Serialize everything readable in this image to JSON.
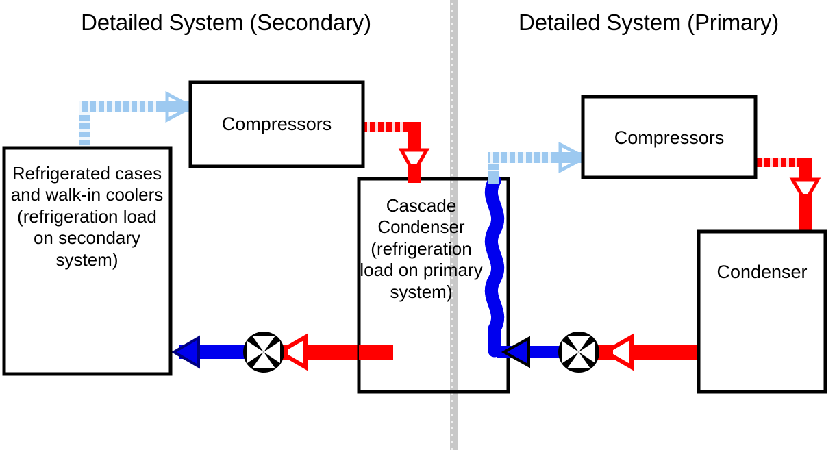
{
  "diagram": {
    "titles": {
      "secondary": "Detailed System (Secondary)",
      "primary": "Detailed System (Primary)"
    },
    "divider": {
      "name": "system-divider",
      "color": "#c8c8c8"
    },
    "boxes": [
      {
        "id": "refrigerated-cases",
        "label": "Refrigerated cases and walk-in coolers (refrigeration load on secondary system)",
        "lines": [
          "Refrigerated",
          "cases and",
          "walk-in",
          "coolers",
          "(refrigeration",
          "load on",
          "secondary",
          "system)"
        ],
        "side": "secondary"
      },
      {
        "id": "compressors-secondary",
        "label": "Compressors",
        "lines": [
          "Compressors"
        ],
        "side": "secondary"
      },
      {
        "id": "cascade-condenser",
        "label": "Cascade Condenser (refrigeration load on primary system)",
        "lines": [
          "Cascade",
          "Condenser",
          "(refrigeration",
          "load on",
          "primary",
          "system)"
        ],
        "side": "center"
      },
      {
        "id": "compressors-primary",
        "label": "Compressors",
        "lines": [
          "Compressors"
        ],
        "side": "primary"
      },
      {
        "id": "condenser",
        "label": "Condenser",
        "lines": [
          "Condenser"
        ],
        "side": "primary"
      }
    ],
    "flow_colors": {
      "suction_vapor": "#9dc9f0",
      "discharge_hot_gas": "#ff0000",
      "liquid_cold": "#0000ee",
      "liquid_outline": "#000080",
      "valve_body": "#000000",
      "box_stroke": "#000000"
    },
    "flows": [
      {
        "id": "suction-secondary",
        "from": "refrigerated-cases",
        "to": "compressors-secondary",
        "color": "#9dc9f0",
        "style": "dotted-bar",
        "arrowhead": "open-triangle"
      },
      {
        "id": "discharge-secondary",
        "from": "compressors-secondary",
        "to": "cascade-condenser",
        "color": "#ff0000",
        "style": "dotted-bar",
        "arrowhead": "open-triangle"
      },
      {
        "id": "suction-primary",
        "from": "cascade-condenser",
        "to": "compressors-primary",
        "color": "#9dc9f0",
        "style": "dotted-bar",
        "arrowhead": "open-triangle"
      },
      {
        "id": "discharge-primary",
        "from": "compressors-primary",
        "to": "condenser",
        "color": "#ff0000",
        "style": "dotted-bar",
        "arrowhead": "open-triangle"
      },
      {
        "id": "liquid-primary",
        "from": "condenser",
        "to": "expansion-valve-primary",
        "color": "#ff0000",
        "style": "solid-bar",
        "arrowhead": "open-triangle"
      },
      {
        "id": "liquid-primary-to-cascade",
        "from": "expansion-valve-primary",
        "to": "cascade-condenser",
        "color": "#0000ee",
        "style": "solid-bar",
        "arrowhead": "open-triangle"
      },
      {
        "id": "liquid-secondary",
        "from": "cascade-condenser",
        "to": "expansion-valve-secondary",
        "color": "#ff0000",
        "style": "solid-bar",
        "arrowhead": "open-triangle"
      },
      {
        "id": "liquid-secondary-to-cases",
        "from": "expansion-valve-secondary",
        "to": "refrigerated-cases",
        "color": "#0000ee",
        "style": "solid-bar",
        "arrowhead": "open-triangle"
      },
      {
        "id": "cascade-coil",
        "from": "cascade-condenser-inlet",
        "to": "cascade-condenser-outlet",
        "color": "#0000ee",
        "style": "serpentine-coil",
        "arrowhead": "none"
      }
    ],
    "valves": [
      {
        "id": "expansion-valve-secondary",
        "name": "expansion-valve",
        "side": "secondary"
      },
      {
        "id": "expansion-valve-primary",
        "name": "expansion-valve",
        "side": "primary"
      }
    ]
  }
}
